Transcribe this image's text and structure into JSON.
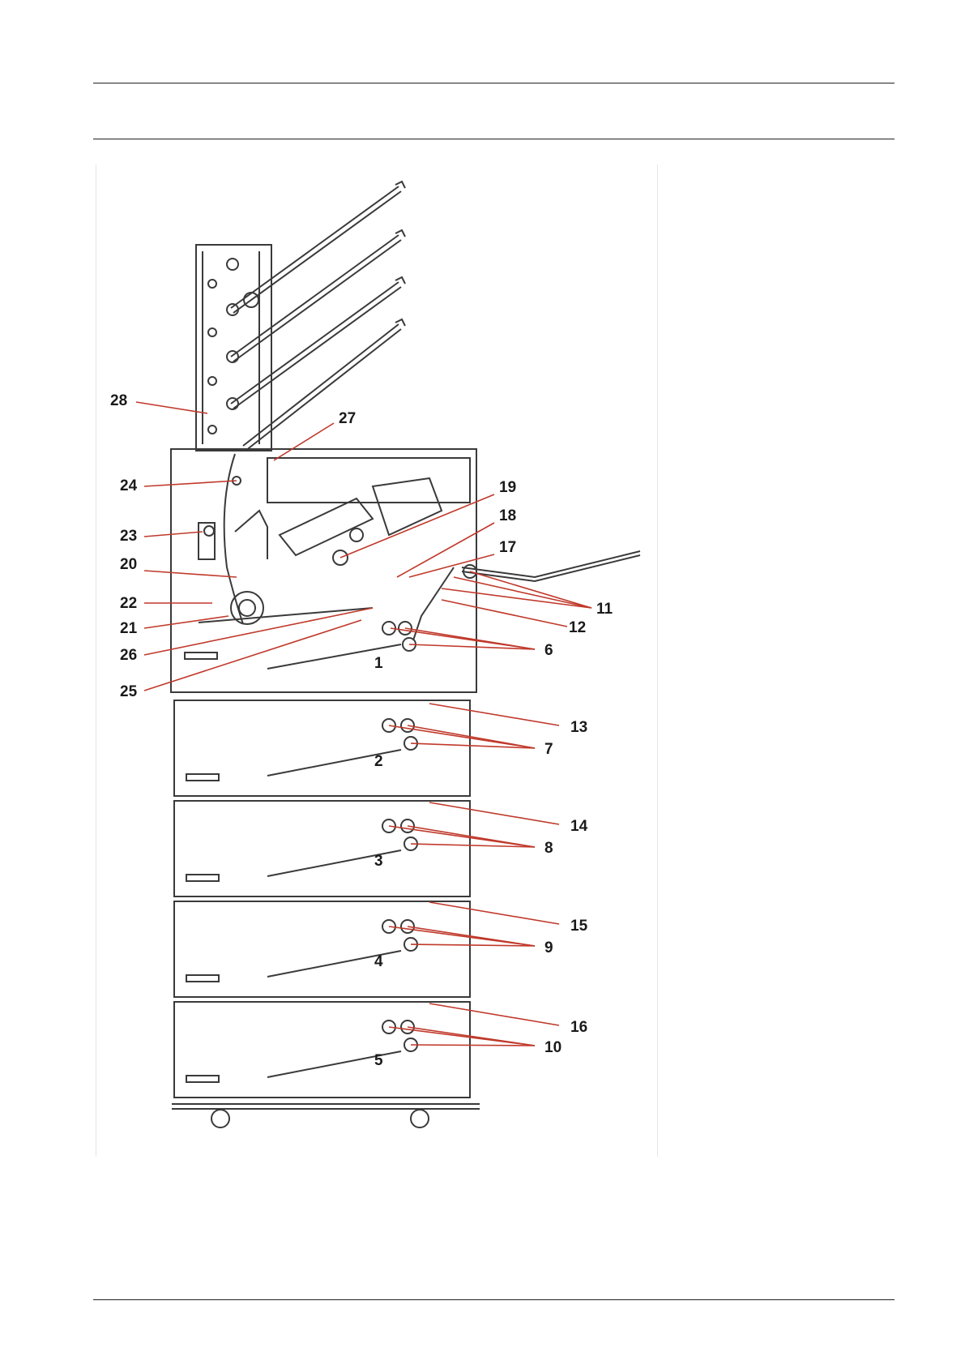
{
  "callouts": [
    {
      "id": "c1",
      "text": "1"
    },
    {
      "id": "c2",
      "text": "2"
    },
    {
      "id": "c3",
      "text": "3"
    },
    {
      "id": "c4",
      "text": "4"
    },
    {
      "id": "c5",
      "text": "5"
    },
    {
      "id": "c6",
      "text": "6"
    },
    {
      "id": "c7",
      "text": "7"
    },
    {
      "id": "c8",
      "text": "8"
    },
    {
      "id": "c9",
      "text": "9"
    },
    {
      "id": "c10",
      "text": "10"
    },
    {
      "id": "c11",
      "text": "11"
    },
    {
      "id": "c12",
      "text": "12"
    },
    {
      "id": "c13",
      "text": "13"
    },
    {
      "id": "c14",
      "text": "14"
    },
    {
      "id": "c15",
      "text": "15"
    },
    {
      "id": "c16",
      "text": "16"
    },
    {
      "id": "c17",
      "text": "17"
    },
    {
      "id": "c18",
      "text": "18"
    },
    {
      "id": "c19",
      "text": "19"
    },
    {
      "id": "c20",
      "text": "20"
    },
    {
      "id": "c21",
      "text": "21"
    },
    {
      "id": "c22",
      "text": "22"
    },
    {
      "id": "c23",
      "text": "23"
    },
    {
      "id": "c24",
      "text": "24"
    },
    {
      "id": "c25",
      "text": "25"
    },
    {
      "id": "c26",
      "text": "26"
    },
    {
      "id": "c27",
      "text": "27"
    },
    {
      "id": "c28",
      "text": "28"
    }
  ],
  "colors": {
    "leader": "#c0392b",
    "drawing": "#3a3a3a",
    "rule": "#222222"
  }
}
